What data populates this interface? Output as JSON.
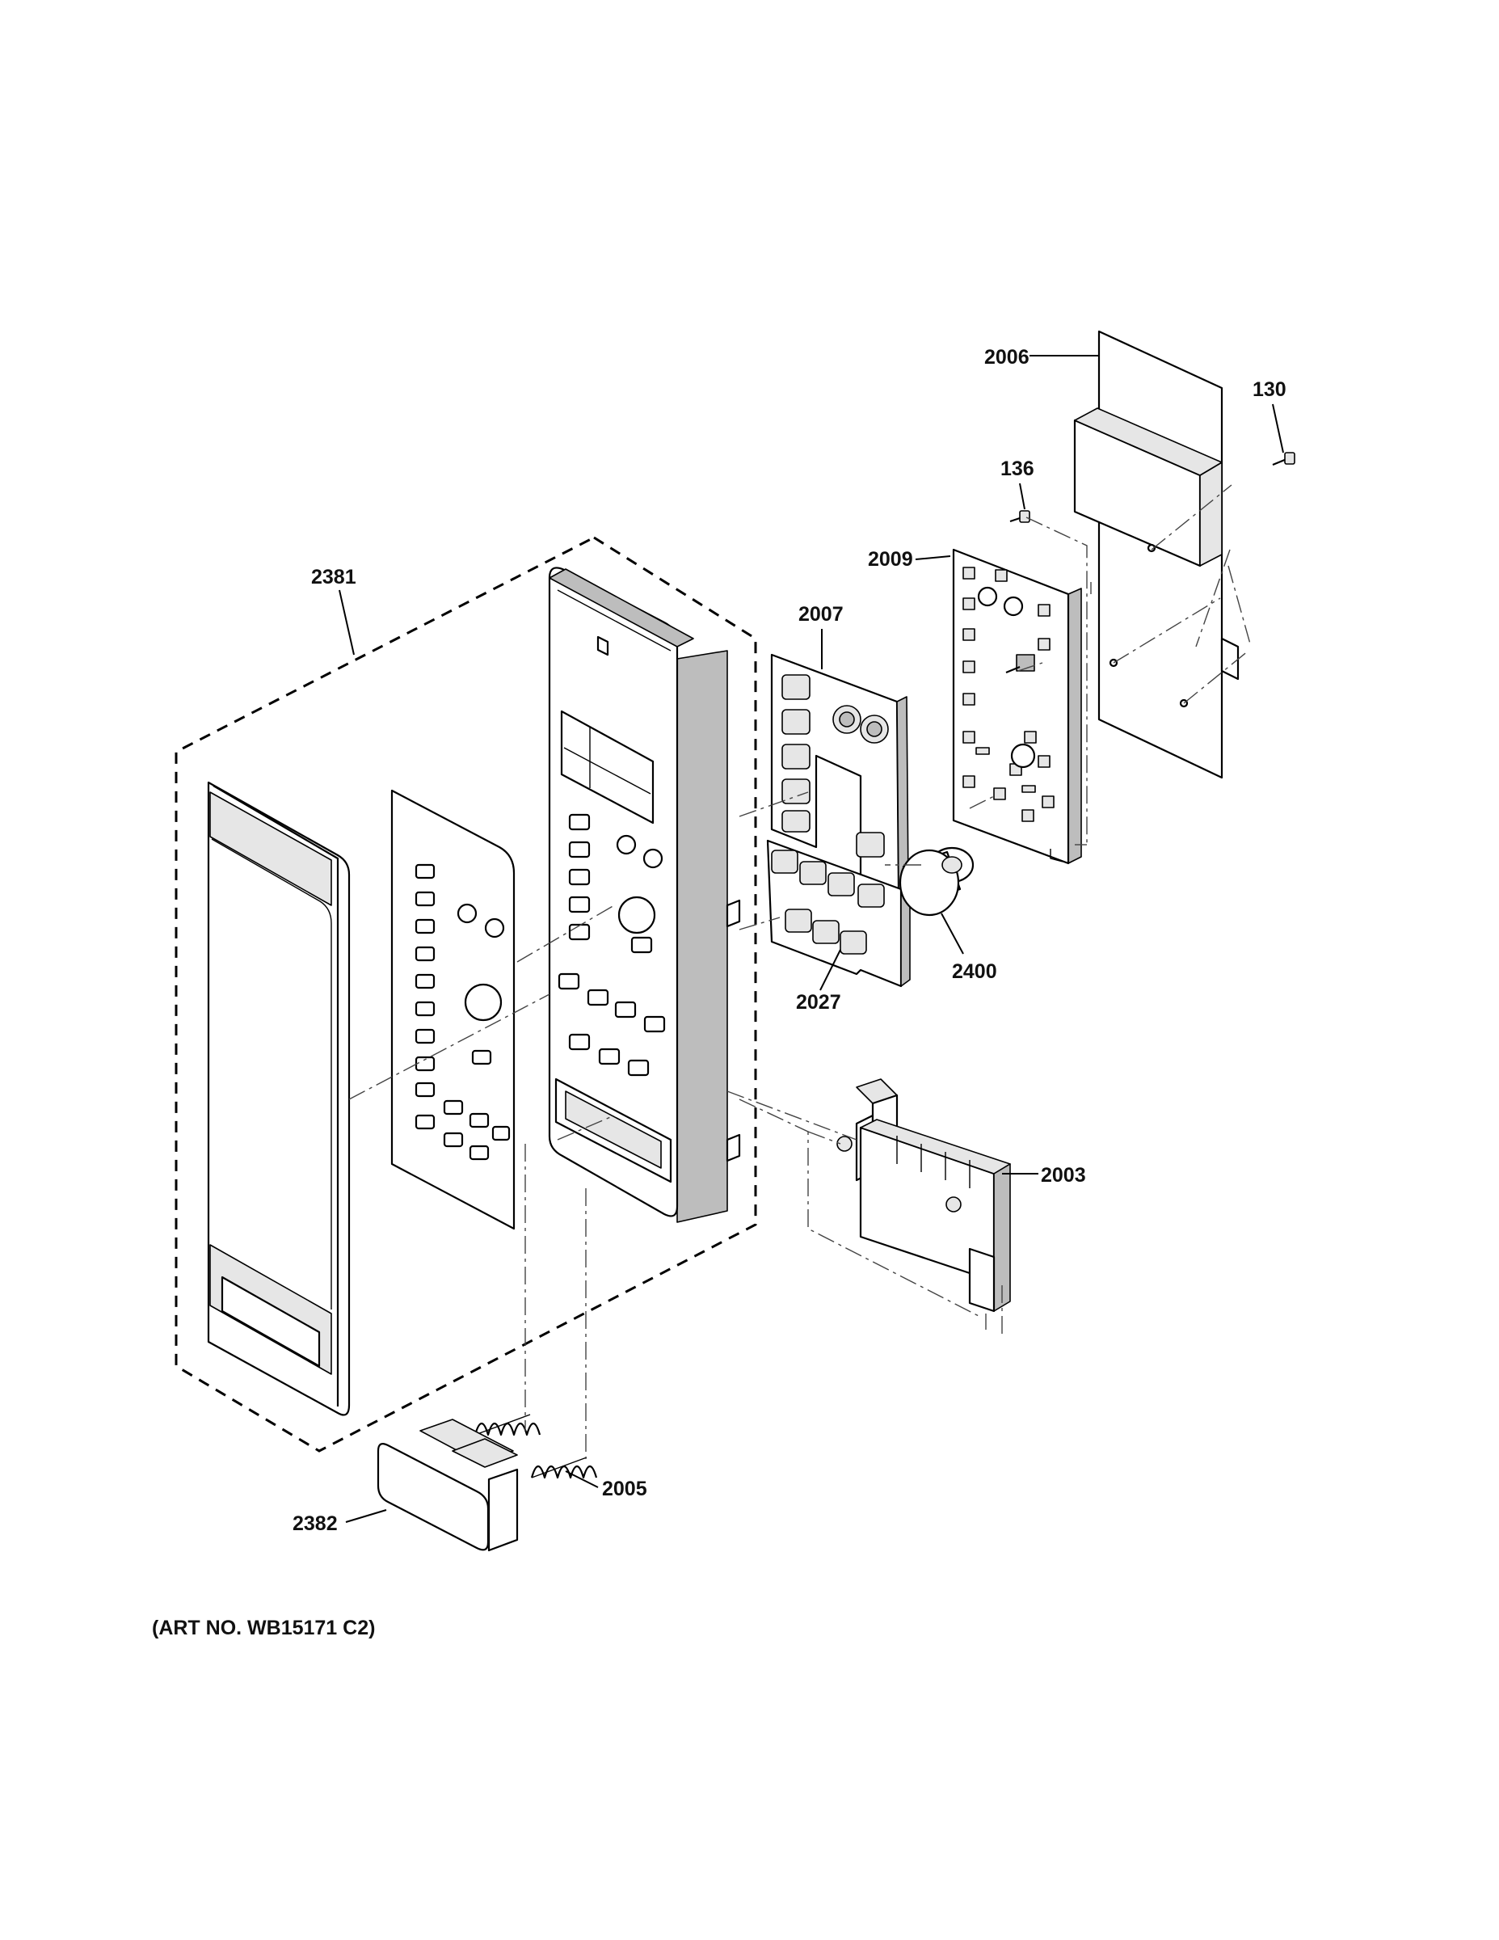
{
  "diagram": {
    "parts": [
      {
        "id": "2006",
        "label": "2006"
      },
      {
        "id": "130",
        "label": "130"
      },
      {
        "id": "136",
        "label": "136"
      },
      {
        "id": "2009",
        "label": "2009"
      },
      {
        "id": "2381",
        "label": "2381"
      },
      {
        "id": "2007",
        "label": "2007"
      },
      {
        "id": "2400",
        "label": "2400"
      },
      {
        "id": "2027",
        "label": "2027"
      },
      {
        "id": "2003",
        "label": "2003"
      },
      {
        "id": "2005",
        "label": "2005"
      },
      {
        "id": "2382",
        "label": "2382"
      }
    ],
    "caption": "(ART NO. WB15171 C2)"
  }
}
